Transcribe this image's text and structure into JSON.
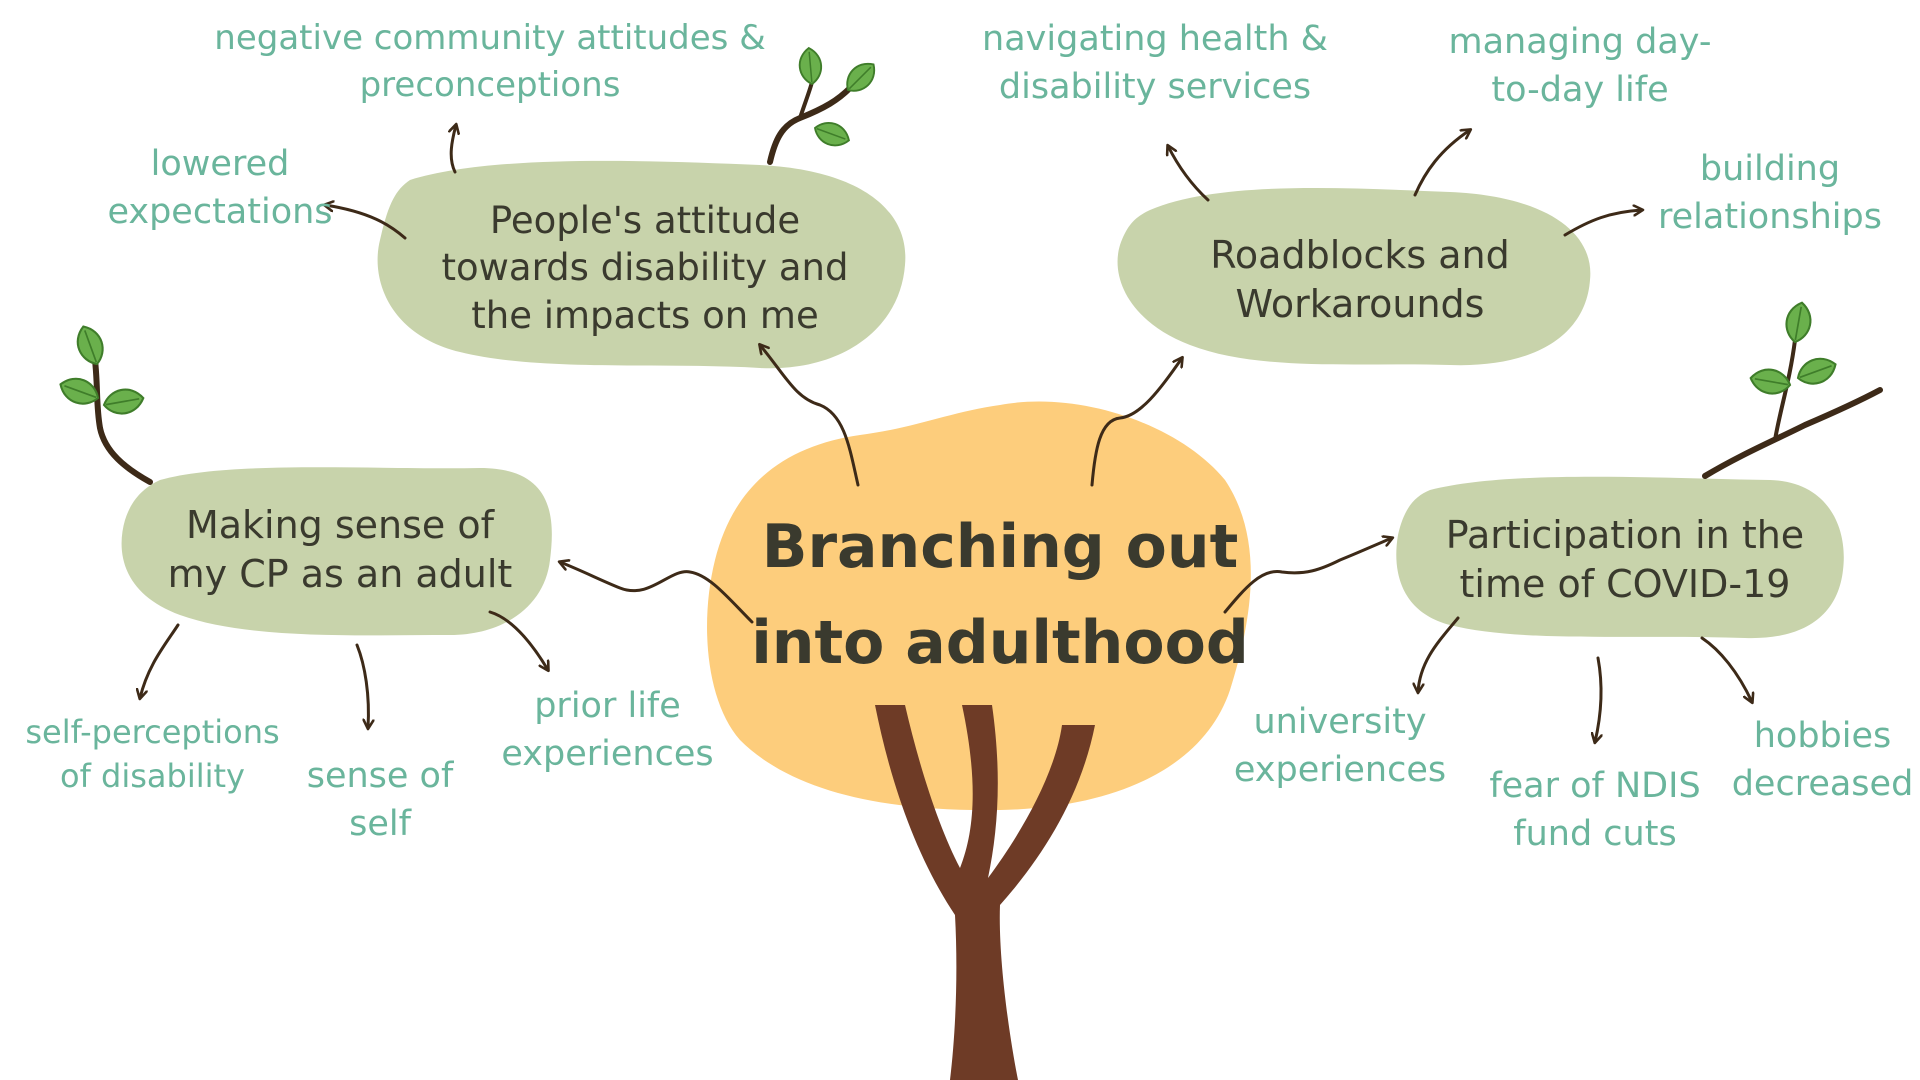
{
  "title": "Branching out\ninto adulthood",
  "themes": [
    {
      "label": "People's attitude\ntowards disability and\nthe impacts on me",
      "subthemes": [
        "negative community attitudes &\npreconceptions",
        "lowered\nexpectations"
      ]
    },
    {
      "label": "Roadblocks and\nWorkarounds",
      "subthemes": [
        "navigating health &\ndisability services",
        "managing day-\nto-day life",
        "building\nrelationships"
      ]
    },
    {
      "label": "Making sense of\nmy CP as an adult",
      "subthemes": [
        "self-perceptions\nof disability",
        "sense of\nself",
        "prior life\nexperiences"
      ]
    },
    {
      "label": "Participation in the\ntime of COVID-19",
      "subthemes": [
        "university\nexperiences",
        "fear of NDIS\nfund cuts",
        "hobbies\ndecreased"
      ]
    }
  ],
  "colors": {
    "canopy": "#fdcd7c",
    "trunk": "#6e3b26",
    "theme_blob": "#c8d3ab",
    "theme_text": "#3a3a2e",
    "subtheme_text": "#6ab59c",
    "arrow": "#3d2a18",
    "leaf": "#6ab04c",
    "leaf_dark": "#3f7d2a"
  }
}
